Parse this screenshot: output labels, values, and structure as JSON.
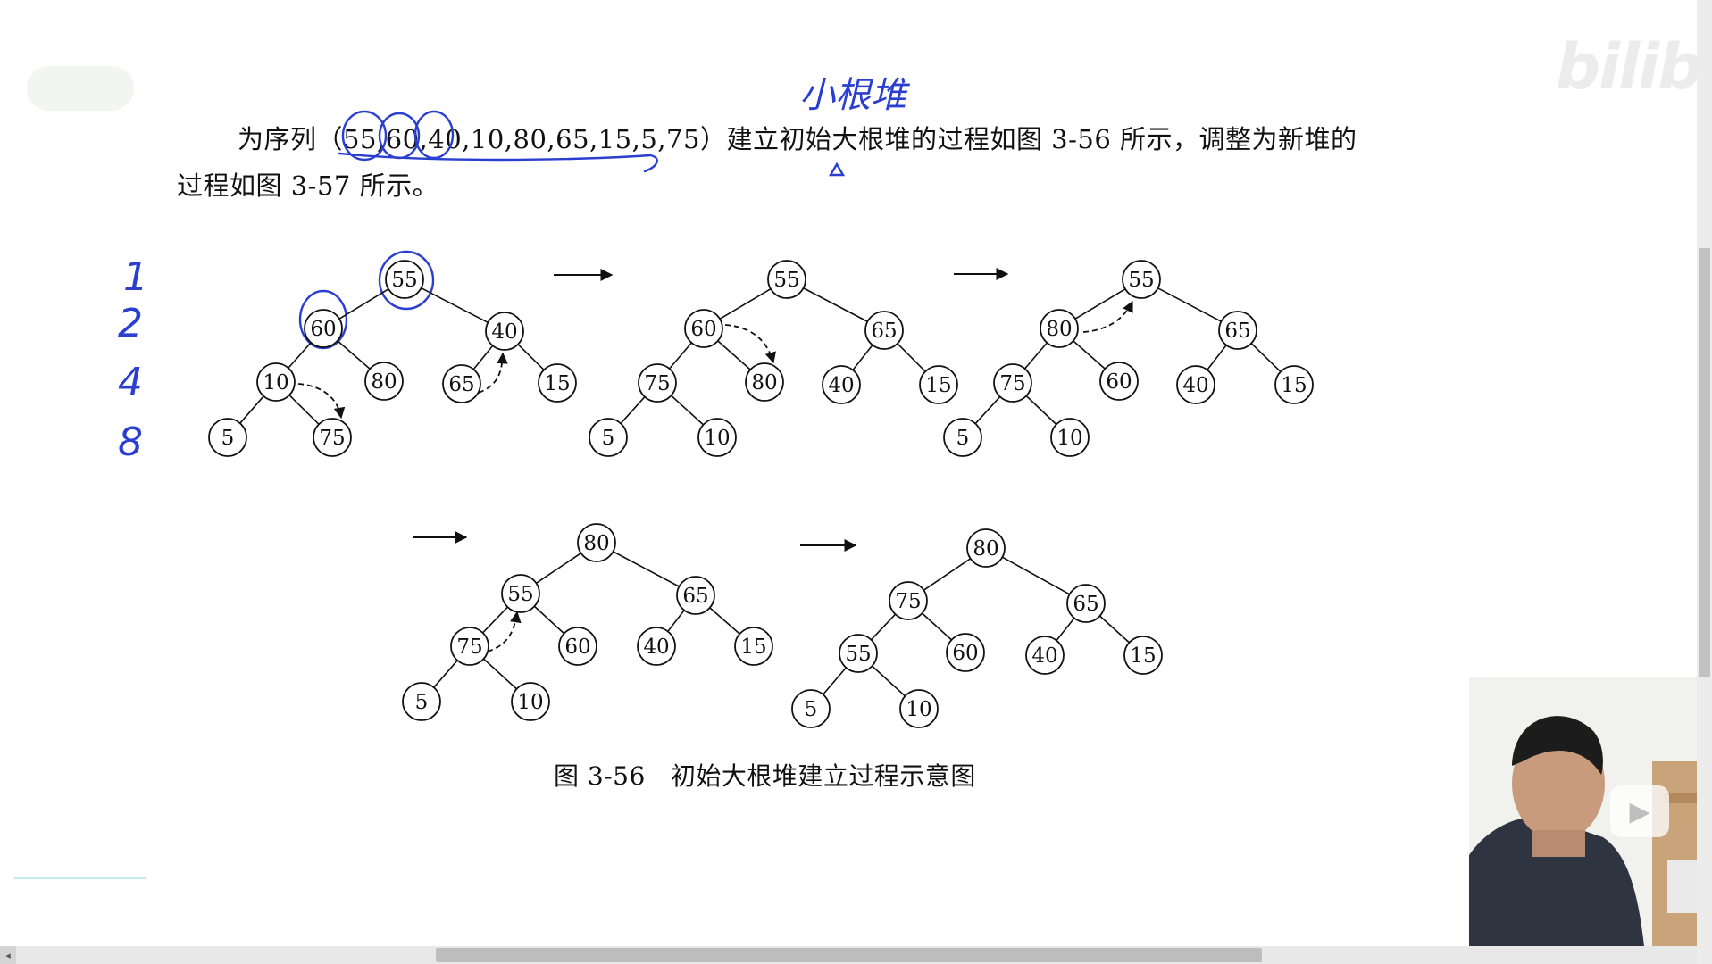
{
  "watermark": "bilibili",
  "text": {
    "line1_prefix": "为序列（",
    "sequence": "55,60,40,10,80,65,15,5,75",
    "line1_suffix": "）建立初始大根堆的过程如图 3-56 所示，调整为新堆的",
    "line2": "过程如图 3-57 所示。"
  },
  "annotation": {
    "handwritten_note": "小根堆",
    "level_counts": [
      "1",
      "2",
      "4",
      "8"
    ],
    "ink_color": "#2a3fd0"
  },
  "figure": {
    "caption_number": "图 3-56",
    "caption_title": "初始大根堆建立过程示意图",
    "steps": [
      [
        "55",
        "60",
        "40",
        "10",
        "80",
        "65",
        "15",
        "5",
        "75"
      ],
      [
        "55",
        "60",
        "65",
        "75",
        "80",
        "40",
        "15",
        "5",
        "10"
      ],
      [
        "55",
        "80",
        "65",
        "75",
        "60",
        "40",
        "15",
        "5",
        "10"
      ],
      [
        "80",
        "55",
        "65",
        "75",
        "60",
        "40",
        "15",
        "5",
        "10"
      ],
      [
        "80",
        "75",
        "65",
        "55",
        "60",
        "40",
        "15",
        "5",
        "10"
      ]
    ]
  },
  "player": {
    "play_icon": "play-icon"
  }
}
